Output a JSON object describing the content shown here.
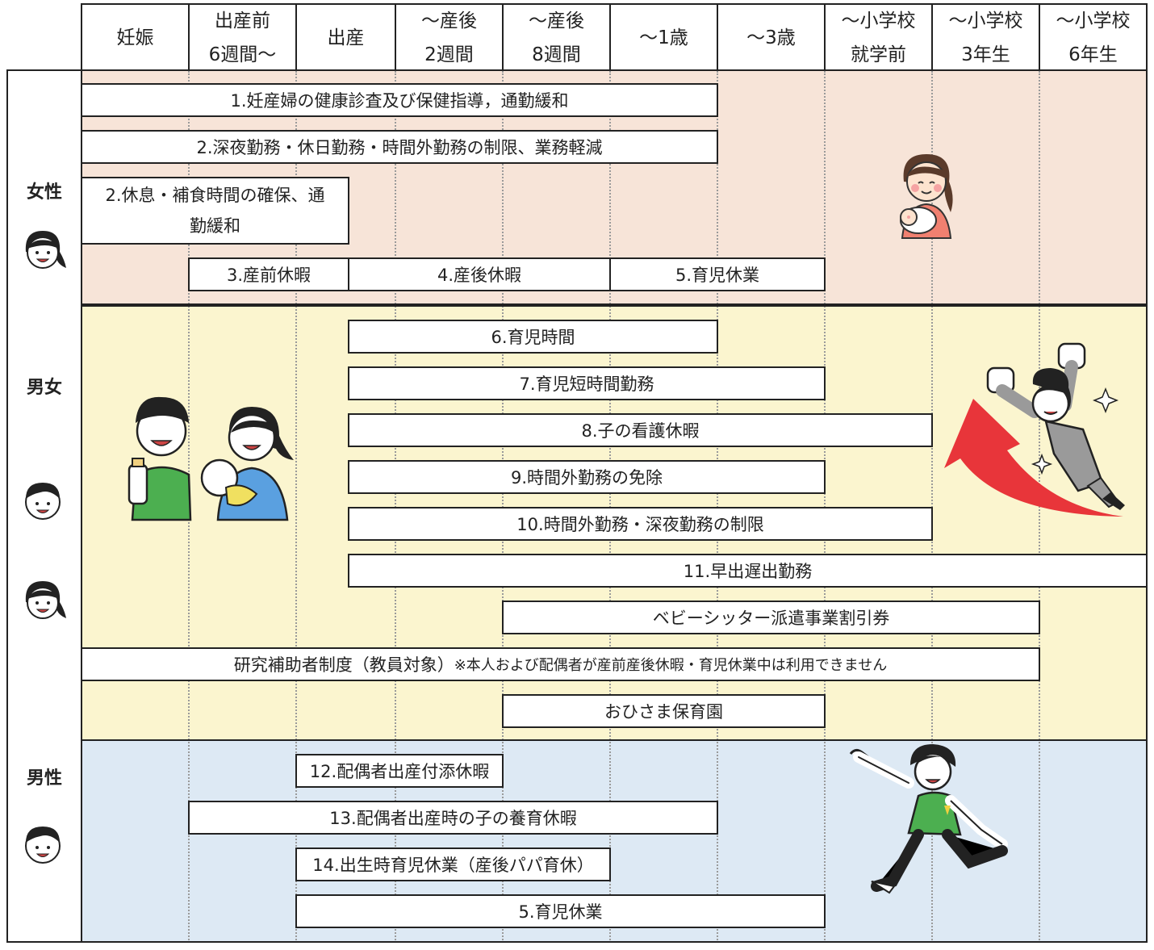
{
  "header": {
    "columns": [
      {
        "line1": "妊娠",
        "line2": ""
      },
      {
        "line1": "出産前",
        "line2": "6週間〜"
      },
      {
        "line1": "出産",
        "line2": ""
      },
      {
        "line1": "〜産後",
        "line2": "2週間"
      },
      {
        "line1": "〜産後",
        "line2": "8週間"
      },
      {
        "line1": "〜1歳",
        "line2": ""
      },
      {
        "line1": "〜3歳",
        "line2": ""
      },
      {
        "line1": "〜小学校",
        "line2": "就学前"
      },
      {
        "line1": "〜小学校",
        "line2": "3年生"
      },
      {
        "line1": "〜小学校",
        "line2": "6年生"
      }
    ]
  },
  "groups": {
    "women": {
      "label": "女性",
      "color": "#f7e4d8"
    },
    "both": {
      "label": "男女",
      "color": "#fbf5cf"
    },
    "men": {
      "label": "男性",
      "color": "#dde9f4"
    }
  },
  "bars": {
    "b1": "1.妊産婦の健康診査及び保健指導，通勤緩和",
    "b2": "2.深夜勤務・休日勤務・時間外勤務の制限、業務軽減",
    "b2b_line1": "2.休息・補食時間の確保、通",
    "b2b_line2": "勤緩和",
    "b3": "3.産前休暇",
    "b4": "4.産後休暇",
    "b5": "5.育児休業",
    "b6": "6.育児時間",
    "b7": "7.育児短時間勤務",
    "b8": "8.子の看護休暇",
    "b9": "9.時間外勤務の免除",
    "b10": "10.時間外勤務・深夜勤務の制限",
    "b11": "11.早出遅出勤務",
    "b_sitter": "ベビーシッター派遣事業割引券",
    "b_research_main": "研究補助者制度（教員対象）",
    "b_research_note": "※本人および配偶者が産前産後休暇・育児休業中は利用できません",
    "b_nursery": "おひさま保育園",
    "b12": "12.配偶者出産付添休暇",
    "b13": "13.配偶者出産時の子の養育休暇",
    "b14": "14.出生時育児休業（産後パパ育休）",
    "b5m": "5.育児休業"
  },
  "colors": {
    "arrow": "#e8353a",
    "apron": "#4caf50"
  }
}
